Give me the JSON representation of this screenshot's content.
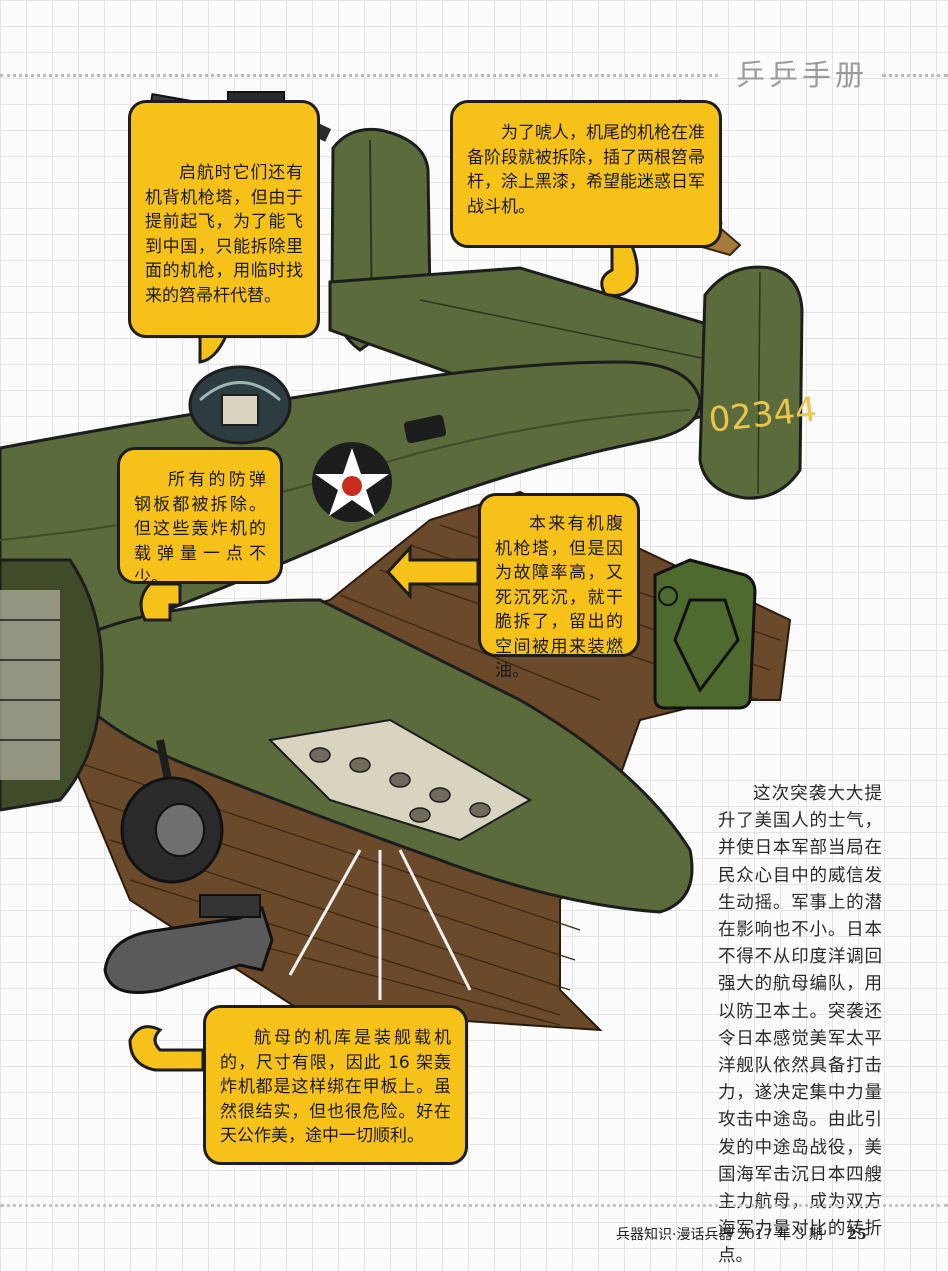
{
  "header": {
    "section_title": "乒乒手册"
  },
  "illustration": {
    "tail_number": "02344",
    "colors": {
      "olive": "#5b6b3c",
      "olive_dark": "#3f4b29",
      "deck": "#6a4a2a",
      "bubble": "#f6c21a",
      "insignia_blue": "#1d1d1d",
      "insignia_red": "#c82c1e"
    }
  },
  "callouts": {
    "turret": "启航时它们还有机背机枪塔，但由于提前起飞，为了能飞到中国，只能拆除里面的机枪，用临时找来的笤帚杆代替。",
    "tail_guns": "为了唬人，机尾的机枪在准备阶段就被拆除，插了两根笤帚杆，涂上黑漆，希望能迷惑日军战斗机。",
    "armor": "所有的防弹钢板都被拆除。但这些轰炸机的载弹量一点不少。",
    "belly_turret": "本来有机腹机枪塔，但是因为故障率高，又死沉死沉，就干脆拆了，留出的空间被用来装燃油。",
    "hangar": "航母的机库是装舰载机的，尺寸有限，因此 16 架轰炸机都是这样绑在甲板上。虽然很结实，但也很危险。好在天公作美，途中一切顺利。"
  },
  "article": {
    "text": "这次突袭大大提升了美国人的士气，并使日本军部当局在民众心目中的威信发生动摇。军事上的潜在影响也不小。日本不得不从印度洋调回强大的航母编队，用以防卫本土。突袭还令日本感觉美军太平洋舰队依然具备打击力，遂决定集中力量攻击中途岛。由此引发的中途岛战役，美国海军击沉日本四艘主力航母，成为双方海军力量对比的转折点。"
  },
  "footer": {
    "publication": "兵器知识·漫话兵器",
    "issue": "2017 年 3 期",
    "page_number": "25"
  }
}
